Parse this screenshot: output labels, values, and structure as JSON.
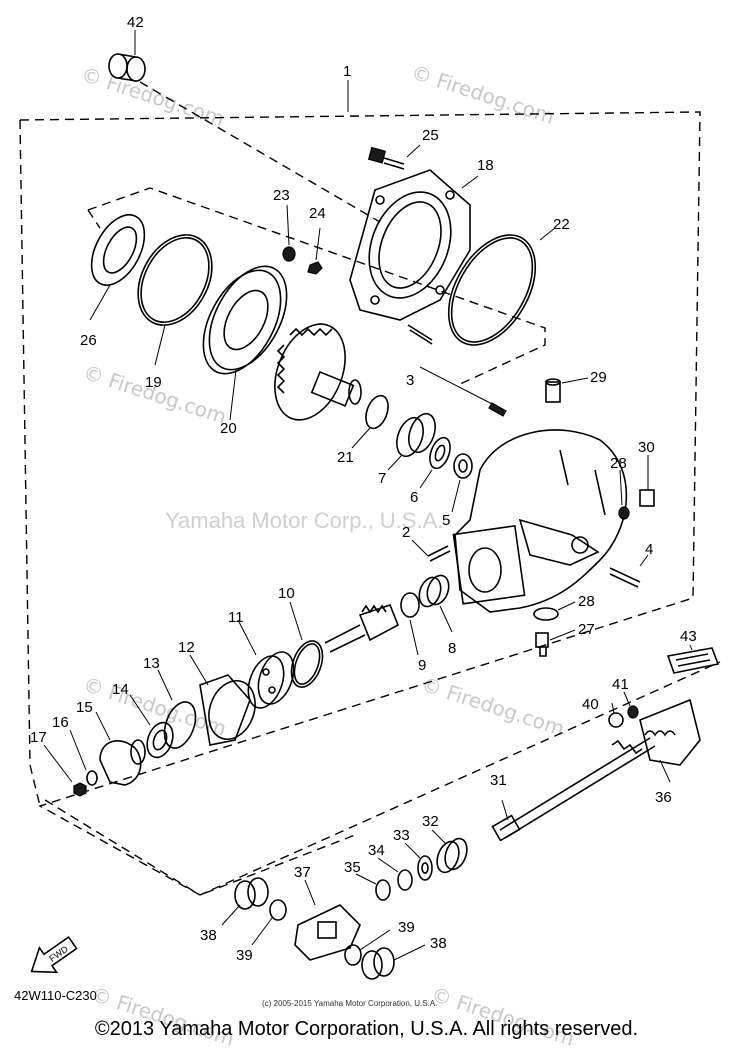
{
  "diagram": {
    "figure_code": "42W110-C230",
    "fwd_label": "FWD",
    "watermark": "© Firedog.com",
    "center_watermark": "Yamaha Motor Corp., U.S.A.",
    "small_copyright": "(c) 2005-2015 Yamaha Motor Corporation, U.S.A.",
    "bottom_copyright": "©2013 Yamaha Motor Corporation, U.S.A. All rights reserved.",
    "assembly_callout": "1",
    "callouts": [
      "42",
      "25",
      "18",
      "23",
      "24",
      "22",
      "26",
      "19",
      "20",
      "29",
      "3",
      "21",
      "7",
      "6",
      "5",
      "28",
      "30",
      "2",
      "4",
      "10",
      "11",
      "12",
      "13",
      "14",
      "15",
      "16",
      "17",
      "9",
      "8",
      "28",
      "27",
      "43",
      "41",
      "40",
      "36",
      "31",
      "32",
      "33",
      "34",
      "35",
      "37",
      "38",
      "39",
      "39",
      "38"
    ]
  }
}
